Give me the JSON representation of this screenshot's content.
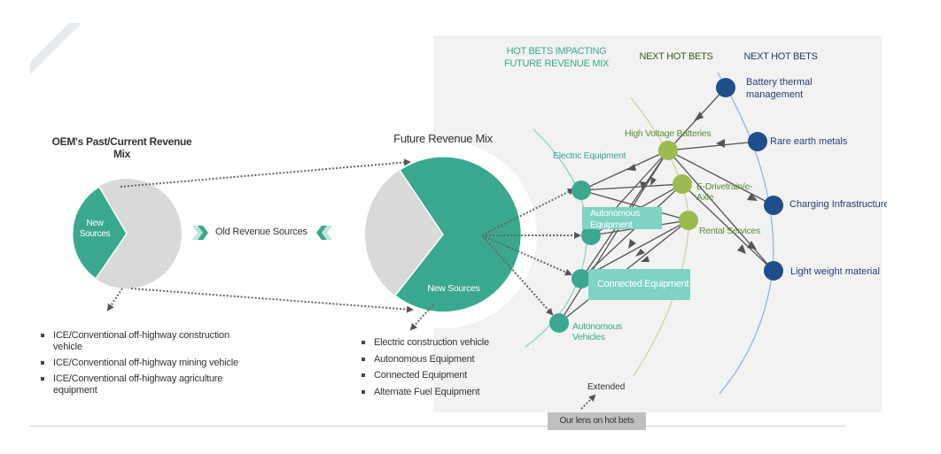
{
  "past_mix": {
    "title": "OEM's Past/Current Revenue Mix",
    "slice_label": "New Sources",
    "new_sources_share": 0.3,
    "bullets": [
      "ICE/Conventional off-highway construction vehicle",
      "ICE/Conventional off-highway mining vehicle",
      "ICE/Conventional off-highway agriculture equipment"
    ]
  },
  "connector": {
    "label": "Old Revenue Sources"
  },
  "future_mix": {
    "title": "Future Revenue Mix",
    "slice_label": "New Sources",
    "new_sources_share": 0.7,
    "bullets": [
      "Electric construction vehicle",
      "Autonomous Equipment",
      "Connected Equipment",
      "Alternate Fuel Equipment"
    ]
  },
  "hot_bets": {
    "columns": {
      "current": "HOT BETS IMPACTING FUTURE REVENUE MIX",
      "next": "NEXT HOT BETS",
      "next_far": "NEXT HOT BETS"
    },
    "current_nodes": [
      "Electric Equipment",
      "Autonomous Equipment",
      "Connected Equipment",
      "Autonomous Vehicles"
    ],
    "next_nodes": [
      "High Voltage Batteries",
      "E-Drivetrain/e-Axle",
      "Rental Services"
    ],
    "far_nodes": [
      "Battery thermal management",
      "Rare earth metals",
      "Charging Infrastructure",
      "Light weight material"
    ],
    "extended_label": "Extended",
    "lens_label": "Our lens on hot bets"
  },
  "colors": {
    "teal": "#3aa88e",
    "teal_light": "#7ed3c2",
    "green": "#9bbb4f",
    "navy": "#1f3f73",
    "gray_slice": "#d9d9d9",
    "panel": "#f2f2f2"
  }
}
